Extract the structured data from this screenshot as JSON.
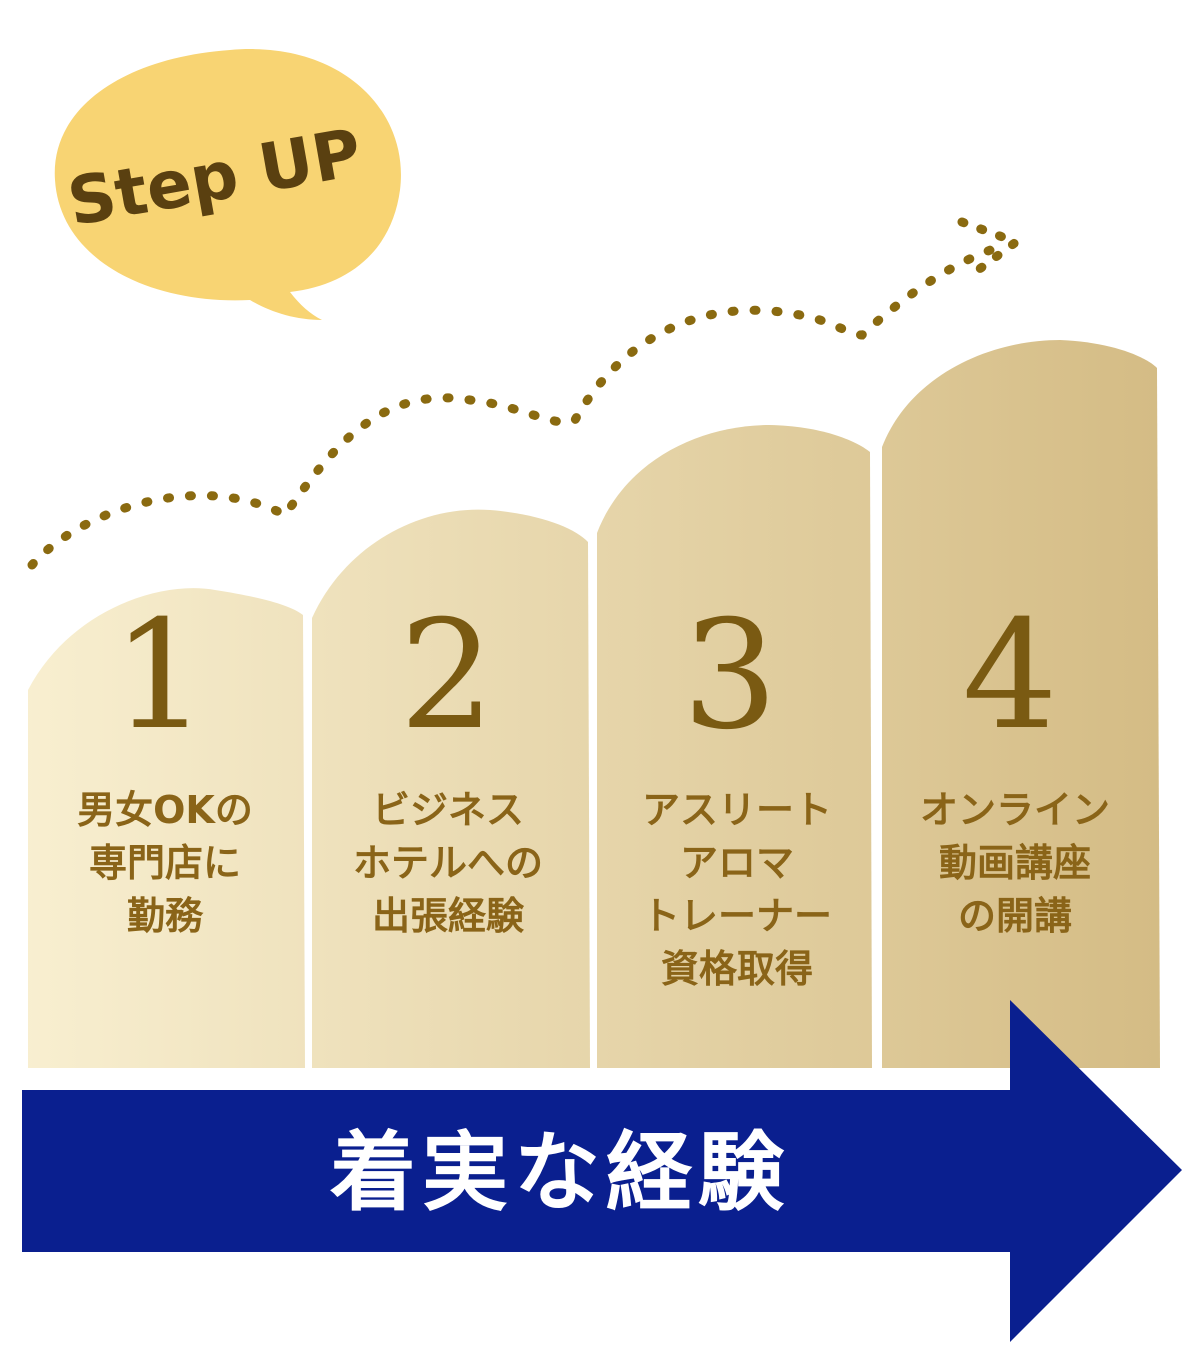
{
  "bubble": {
    "label": "Step UP"
  },
  "steps": [
    {
      "number": "1",
      "lines": [
        "男女OKの",
        "専門店に",
        "勤務"
      ]
    },
    {
      "number": "2",
      "lines": [
        "ビジネス",
        "ホテルへの",
        "出張経験"
      ]
    },
    {
      "number": "3",
      "lines": [
        "アスリート",
        "アロマ",
        "トレーナー",
        "資格取得"
      ]
    },
    {
      "number": "4",
      "lines": [
        "オンライン",
        "動画講座",
        "の開講"
      ]
    }
  ],
  "banner": {
    "label": "着実な経験"
  },
  "colors": {
    "bubble": "#f8d473",
    "navy": "#0a1f8f",
    "dots": "#8a6a10",
    "text": "#8a6418"
  }
}
